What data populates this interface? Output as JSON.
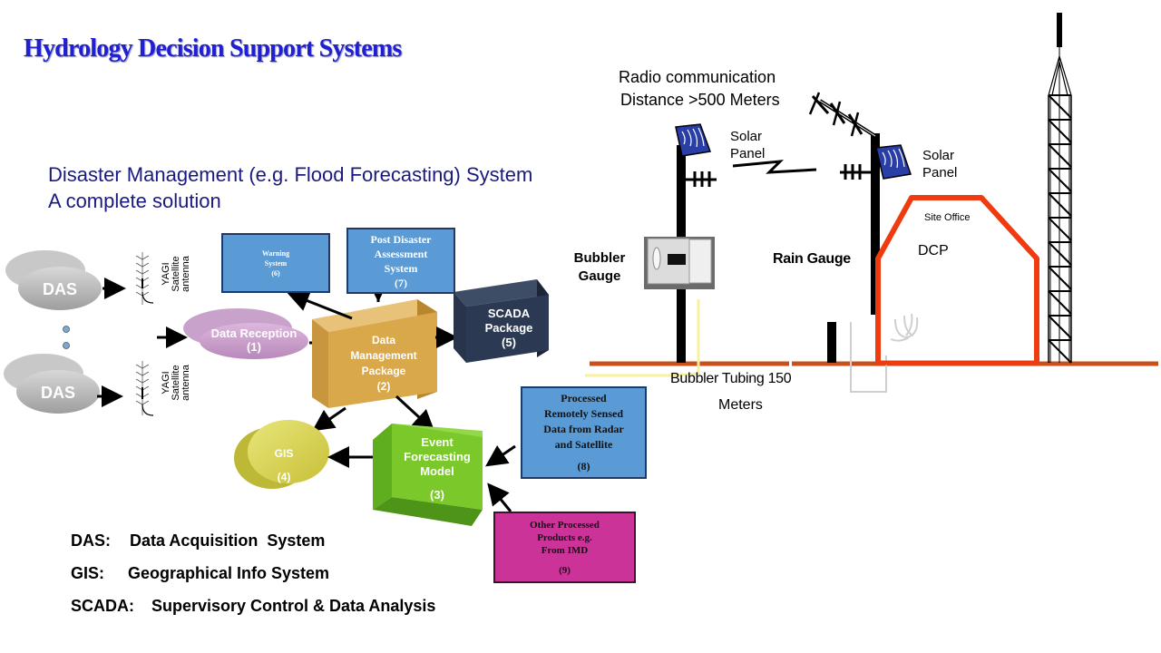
{
  "title": "Hydrology Decision Support Systems",
  "subtitle": {
    "line1": "Disaster Management (e.g. Flood Forecasting) System",
    "line2": "A complete solution"
  },
  "flow": {
    "das_top": "DAS",
    "das_bottom": "DAS",
    "antenna_top": [
      "YAGI",
      "Satellite",
      "antenna"
    ],
    "antenna_bottom": [
      "YAGI",
      "Satellite",
      "antenna"
    ],
    "data_reception": {
      "name": "Data Reception",
      "num": "(1)"
    },
    "data_management": {
      "line1": "Data",
      "line2": "Management",
      "line3": "Package",
      "num": "(2)"
    },
    "event_forecasting": {
      "line1": "Event",
      "line2": "Forecasting",
      "line3": "Model",
      "num": "(3)"
    },
    "gis": {
      "name": "GIS",
      "num": "(4)"
    },
    "scada": {
      "line1": "SCADA",
      "line2": "Package",
      "num": "(5)"
    },
    "warning": {
      "line1": "Warning",
      "line2": "System",
      "num": "(6)"
    },
    "post_disaster": {
      "line1": "Post Disaster",
      "line2": "Assessment",
      "line3": "System",
      "num": "(7)"
    },
    "remote_sensed": {
      "line1": "Processed",
      "line2": "Remotely Sensed",
      "line3": "Data from Radar",
      "line4": "and Satellite",
      "num": "(8)"
    },
    "other_products": {
      "line1": "Other Processed",
      "line2": "Products e.g.",
      "line3": "From IMD",
      "num": "(9)"
    }
  },
  "legend": [
    {
      "key": "DAS:",
      "value": "Data Acquisition  System"
    },
    {
      "key": "GIS:",
      "value": "Geographical Info System"
    },
    {
      "key": "SCADA:",
      "value": "Supervisory Control & Data Analysis"
    }
  ],
  "site": {
    "radio_line1": "Radio communication",
    "radio_line2": "Distance >500 Meters",
    "solar_left": [
      "Solar",
      "Panel"
    ],
    "solar_right": [
      "Solar",
      "Panel"
    ],
    "bubbler_gauge": [
      "Bubbler",
      "Gauge"
    ],
    "rain_gauge": "Rain Gauge",
    "site_office": "Site Office",
    "dcp": "DCP",
    "tubing_line1": "Bubbler Tubing 150",
    "tubing_line2": "Meters"
  },
  "colors": {
    "title": "#2020d0",
    "box_blue": "#5b9bd5",
    "magenta": "#cc3399",
    "ground": "#d4520e",
    "office": "#f03a10",
    "green": "#7ac82a",
    "gold": "#d9a84a",
    "scada": "#2b3a52",
    "lilac": "#c79ac9",
    "yellow": "#d8d650"
  }
}
